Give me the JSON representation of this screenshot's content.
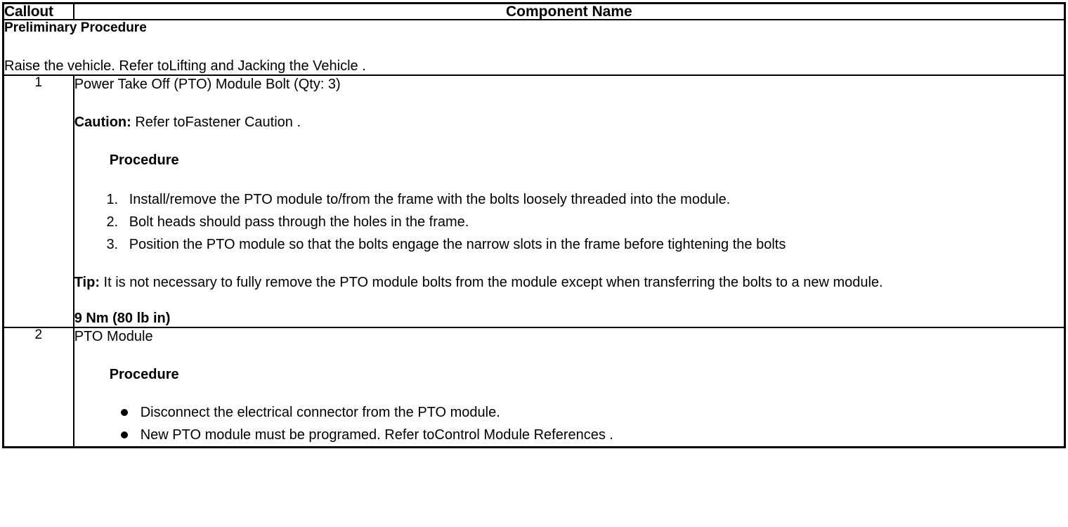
{
  "table": {
    "headers": {
      "callout": "Callout",
      "component_name": "Component Name"
    },
    "preliminary": {
      "title": "Preliminary Procedure",
      "text": "Raise the vehicle. Refer toLifting and Jacking the Vehicle ."
    },
    "rows": [
      {
        "callout": "1",
        "component": "Power Take Off (PTO) Module Bolt (Qty: 3)",
        "caution_label": "Caution:",
        "caution_text": " Refer toFastener Caution .",
        "procedure_heading": "Procedure",
        "steps": [
          "Install/remove the PTO module to/from the frame with the bolts loosely threaded into the module.",
          "Bolt heads should pass through the holes in the frame.",
          "Position the PTO module so that the bolts engage the narrow slots in the frame before tightening the bolts"
        ],
        "tip_label": "Tip:",
        "tip_text": " It is not necessary to fully remove the PTO module bolts from the module except when transferring the bolts to a new module.",
        "torque": "9 Nm (80 lb in)"
      },
      {
        "callout": "2",
        "component": "PTO Module",
        "procedure_heading": "Procedure",
        "bullets": [
          "Disconnect the electrical connector from the PTO module.",
          "New PTO module must be programed. Refer toControl Module References ."
        ]
      }
    ]
  },
  "colors": {
    "border": "#000000",
    "text": "#000000",
    "background": "#ffffff"
  }
}
